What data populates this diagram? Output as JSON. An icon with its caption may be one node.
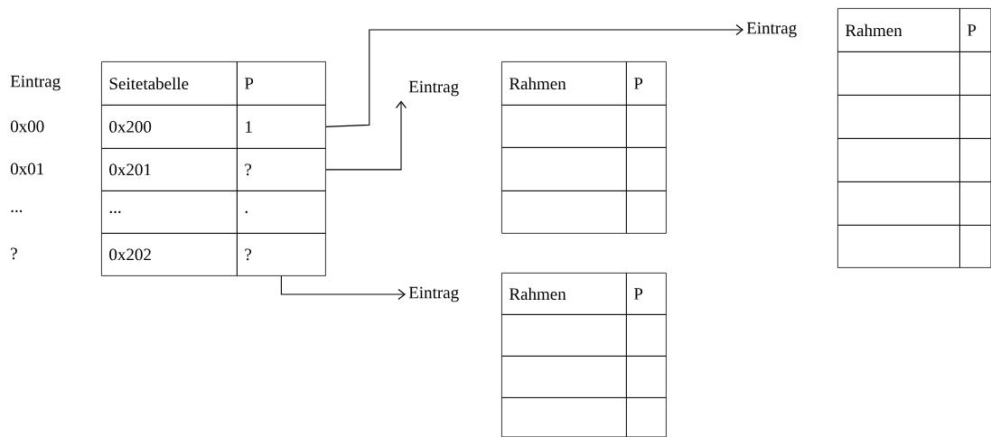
{
  "diagram": {
    "nodes": [
      {
        "text": [
          "Seitetabelle"
        ]
      },
      {
        "text": [
          "P"
        ]
      },
      {
        "text": [
          "0x200"
        ]
      },
      {
        "text": [
          "1"
        ]
      },
      {
        "text": [
          "0x201"
        ]
      },
      {
        "text": [
          "?"
        ]
      },
      {
        "text": [
          "..."
        ]
      },
      {
        "text": [
          "."
        ]
      },
      {
        "text": [
          "0x202"
        ]
      },
      {
        "text": [
          "?"
        ]
      },
      {
        "text": [
          "Eintrag"
        ]
      },
      {
        "text": [
          "Rahmen"
        ]
      },
      {
        "text": [
          "P"
        ]
      },
      {
        "text": [],
        "shape": "box"
      },
      {
        "text": [],
        "shape": "box"
      },
      {
        "text": [],
        "shape": "box"
      },
      {
        "text": [],
        "shape": "box"
      },
      {
        "text": [],
        "shape": "box"
      },
      {
        "text": [],
        "shape": "box"
      },
      {
        "text": [],
        "shape": "box"
      },
      {
        "text": [],
        "shape": "box"
      },
      {
        "text": [],
        "shape": "box"
      },
      {
        "text": [],
        "shape": "box"
      },
      {
        "text": [
          "Eintrag"
        ]
      },
      {
        "text": [
          "Rahmen"
        ]
      },
      {
        "text": [
          "P"
        ]
      },
      {
        "text": [],
        "shape": "box"
      },
      {
        "text": [],
        "shape": "box"
      },
      {
        "text": [],
        "shape": "box"
      },
      {
        "text": [],
        "shape": "box"
      },
      {
        "text": [],
        "shape": "box"
      },
      {
        "text": [],
        "shape": "box"
      },
      {
        "text": [
          "Eintrag"
        ]
      },
      {
        "text": [
          "Rahmen"
        ]
      },
      {
        "text": [
          "P"
        ]
      },
      {
        "text": [],
        "shape": "box"
      },
      {
        "text": [],
        "shape": "box"
      },
      {
        "text": [],
        "shape": "box"
      },
      {
        "text": [],
        "shape": "box"
      },
      {
        "text": [],
        "shape": "box"
      },
      {
        "text": [],
        "shape": "box"
      }
    ],
    "edges": [
      {
        "from": 3,
        "to": 10,
        "arrow": "to"
      },
      {
        "from": 5,
        "to": 23,
        "arrow": "to"
      },
      {
        "from": 9,
        "to": 32,
        "arrow": "to"
      }
    ],
    "labels": [
      "Eintrag",
      "0x00",
      "0x01",
      "...",
      "?"
    ]
  }
}
